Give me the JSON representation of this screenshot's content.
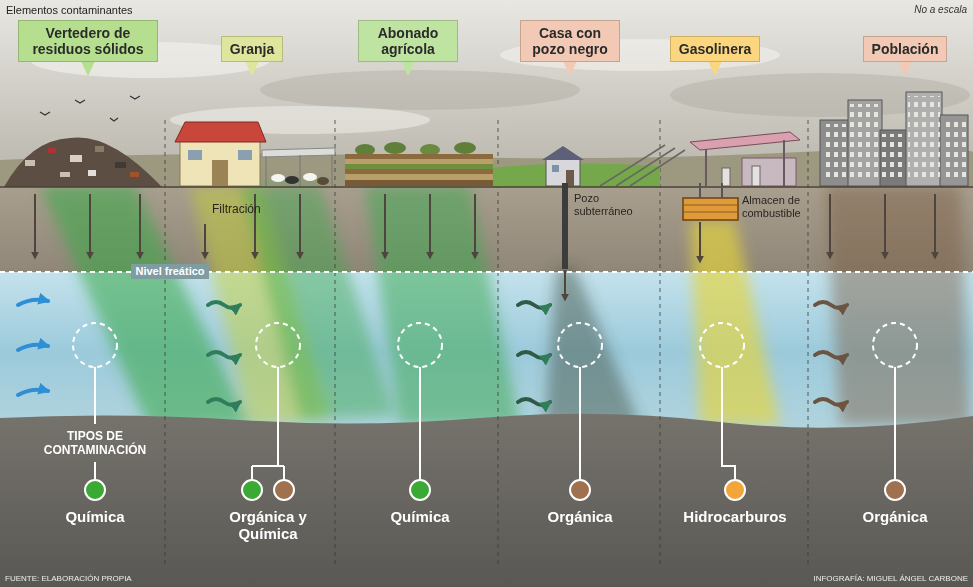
{
  "diagram": {
    "title": "Elementos contaminantes",
    "nodes": [
      {
        "text": [
          "Vertedero de residuos sólidos"
        ]
      },
      {
        "text": [
          "Granja"
        ]
      },
      {
        "text": [
          "Abonado agrícola"
        ]
      },
      {
        "text": [
          "Casa con pozo negro"
        ]
      },
      {
        "text": [
          "Gasolinera"
        ]
      },
      {
        "text": [
          "Población"
        ]
      }
    ],
    "labels": [
      "No a escala",
      "Filtración",
      "Pozo subterráneo",
      "Almacen de combustible",
      "Nivel freático",
      "TIPOS DE CONTAMINACIÓN",
      "Química",
      "Orgánica y Química",
      "Química",
      "Orgánica",
      "Hidrocarburos",
      "Orgánica",
      "FUENTE: ELABORACIÓN PROPIA",
      "INFOGRAFÍA: MIGUEL ÁNGEL CARBONE"
    ]
  }
}
